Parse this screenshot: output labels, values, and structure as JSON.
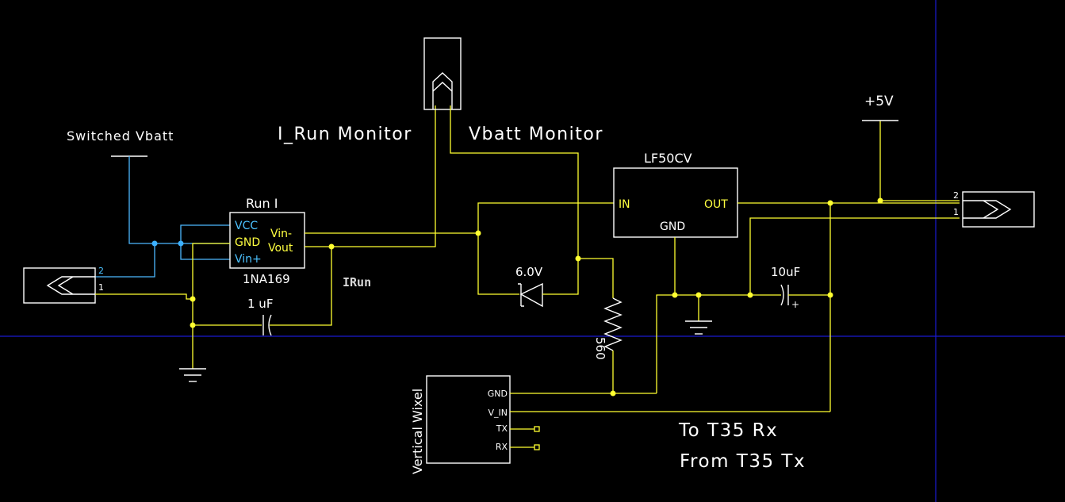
{
  "labels": {
    "switched_vbatt": "Switched Vbatt",
    "i_run_monitor": "I_Run Monitor",
    "vbatt_monitor": "Vbatt Monitor",
    "plus_5v": "+5V",
    "irun_net": "IRun",
    "to_t35_rx": "To T35 Rx",
    "from_t35_tx": "From T35 Tx"
  },
  "sensor": {
    "name": "Run I",
    "part": "1NA169",
    "pins": {
      "vcc": "VCC",
      "gnd": "GND",
      "vin_plus": "Vin+",
      "vin_minus": "Vin-",
      "vout": "Vout"
    }
  },
  "regulator": {
    "name": "LF50CV",
    "pins": {
      "in": "IN",
      "out": "OUT",
      "gnd": "GND"
    }
  },
  "components": {
    "cap_1": "1 uF",
    "cap_2": "10uF",
    "cap_2_polarity": "+",
    "zener": "6.0V",
    "resistor": "560"
  },
  "connectors": {
    "left": {
      "pin2": "2",
      "pin1": "1"
    },
    "right": {
      "pin2": "2",
      "pin1": "1"
    }
  },
  "wixel": {
    "name": "Vertical Wixel",
    "pins": {
      "gnd": "GND",
      "v_in": "V_IN",
      "tx": "TX",
      "rx": "RX"
    }
  }
}
